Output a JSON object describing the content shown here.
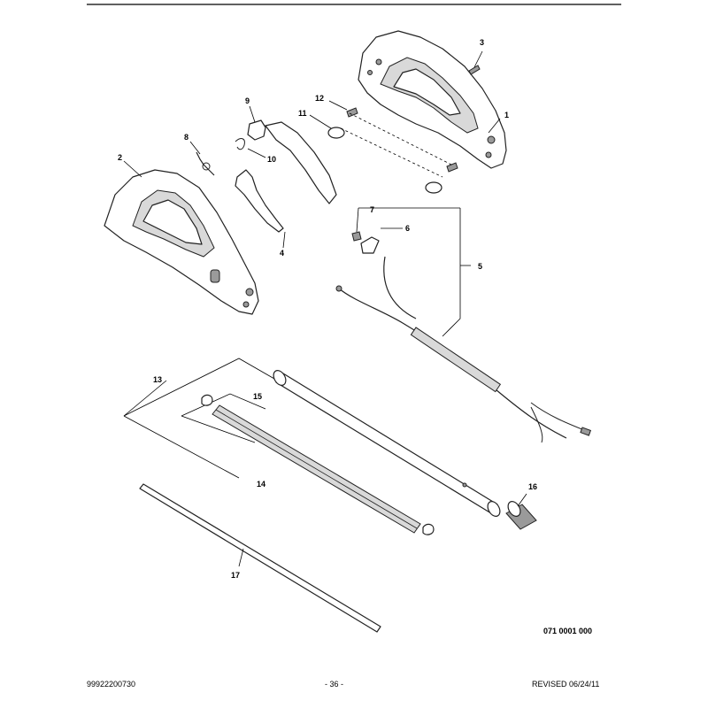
{
  "callouts": [
    {
      "id": "c1",
      "text": "1"
    },
    {
      "id": "c2",
      "text": "2"
    },
    {
      "id": "c3",
      "text": "3"
    },
    {
      "id": "c4",
      "text": "4"
    },
    {
      "id": "c5",
      "text": "5"
    },
    {
      "id": "c6",
      "text": "6"
    },
    {
      "id": "c7",
      "text": "7"
    },
    {
      "id": "c8",
      "text": "8"
    },
    {
      "id": "c9",
      "text": "9"
    },
    {
      "id": "c10",
      "text": "10"
    },
    {
      "id": "c11",
      "text": "11"
    },
    {
      "id": "c12",
      "text": "12"
    },
    {
      "id": "c13",
      "text": "13"
    },
    {
      "id": "c14",
      "text": "14"
    },
    {
      "id": "c15",
      "text": "15"
    },
    {
      "id": "c16",
      "text": "16"
    },
    {
      "id": "c17",
      "text": "17"
    }
  ],
  "drawing_number": "071 0001 000",
  "footer": {
    "part_number": "99922200730",
    "page": "- 36 -",
    "revised": "REVISED 06/24/11"
  }
}
